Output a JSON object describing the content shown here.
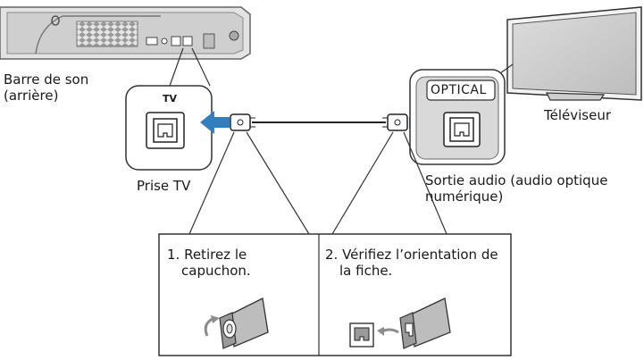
{
  "labels": {
    "soundbar_line1": "Barre de son",
    "soundbar_line2": "(arrière)",
    "tv_port_label": "TV",
    "prise_tv": "Prise TV",
    "optical": "OPTICAL",
    "televiseur": "Téléviseur",
    "sortie_line1": "Sortie audio (audio optique",
    "sortie_line2": "numérique)"
  },
  "steps": [
    {
      "line1": "1. Retirez le",
      "line2": "capuchon."
    },
    {
      "line1": "2. Vérifiez l’orientation de",
      "line2": "la fiche."
    }
  ],
  "colors": {
    "arrow": "#2f7fc1",
    "device_light": "#d9d9d9",
    "device_dark": "#8c8c8c",
    "outline": "#333333"
  }
}
